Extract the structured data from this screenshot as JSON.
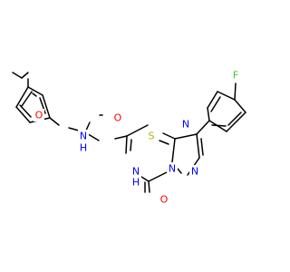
{
  "colors": {
    "bond": "#000000",
    "carbon": "#000000",
    "nitrogen": "#0000ff",
    "oxygen": "#ff0000",
    "sulfur": "#b2b200",
    "fluorine": "#33cc33",
    "background": "#ffffff"
  },
  "atoms": {
    "fluorine": "F",
    "methoxy_oxygen": "O",
    "amide_nitrogen": "N",
    "amide_hydrogen": "H",
    "carbonyl_oxygen": "O",
    "thioether_sulfur": "S",
    "triazine_nitrogen_top": "N",
    "triazine_nh": "N",
    "triazine_nh_hydrogen": "H",
    "ring_oxo_oxygen": "O",
    "pyrazole_nitrogen_1": "N",
    "pyrazole_nitrogen_2": "N"
  }
}
